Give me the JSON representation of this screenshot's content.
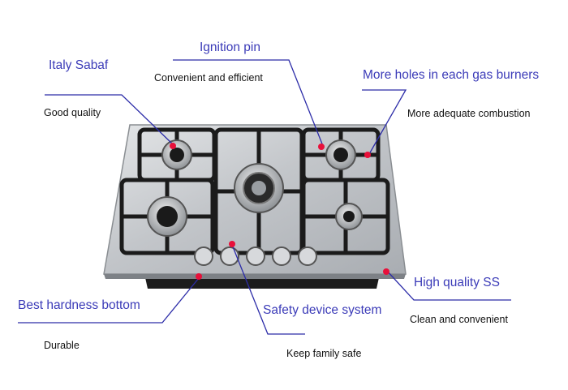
{
  "callouts": [
    {
      "id": "italy-sabaf",
      "title": "Italy Sabaf",
      "description": "Good quality"
    },
    {
      "id": "ignition-pin",
      "title": "Ignition pin",
      "description": "Convenient and efficient"
    },
    {
      "id": "more-holes",
      "title": "More holes in each gas burners",
      "description": "More adequate combustion"
    },
    {
      "id": "high-quality-ss",
      "title": "High quality SS",
      "description": "Clean and convenient"
    },
    {
      "id": "best-hardness-bottom",
      "title": "Best hardness bottom",
      "description": "Durable"
    },
    {
      "id": "safety-device",
      "title": "Safety device system",
      "description": "Keep family safe"
    }
  ],
  "colors": {
    "callout_title": "#3b3bb8",
    "leader_line": "#2c2ca8",
    "marker_dot": "#e8103a",
    "steel": "#c9ccd0",
    "grate": "#1b1b1b"
  }
}
